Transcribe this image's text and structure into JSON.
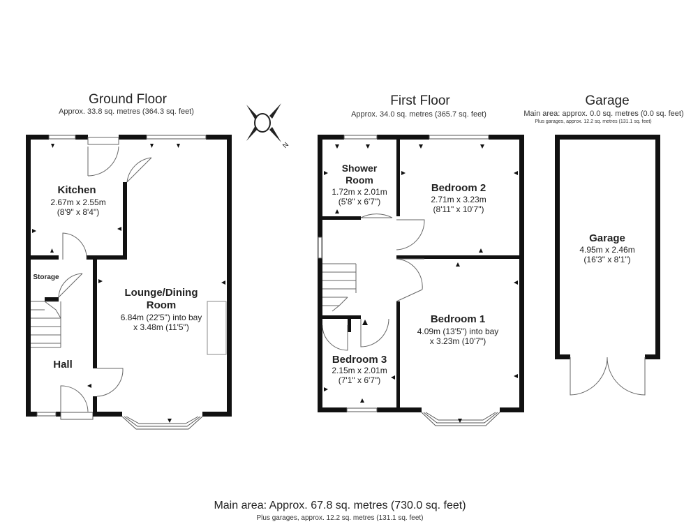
{
  "ground_floor": {
    "title": "Ground Floor",
    "area": "Approx. 33.8 sq. metres (364.3 sq. feet)",
    "rooms": {
      "kitchen": {
        "name": "Kitchen",
        "dim1": "2.67m x 2.55m",
        "dim2": "(8'9\" x 8'4\")"
      },
      "storage": {
        "name": "Storage"
      },
      "lounge": {
        "name1": "Lounge/Dining",
        "name2": "Room",
        "dim1": "6.84m (22'5\") into bay",
        "dim2": "x 3.48m (11'5\")"
      },
      "hall": {
        "name": "Hall"
      }
    }
  },
  "first_floor": {
    "title": "First Floor",
    "area": "Approx. 34.0 sq. metres (365.7 sq. feet)",
    "rooms": {
      "shower": {
        "name1": "Shower",
        "name2": "Room",
        "dim1": "1.72m x 2.01m",
        "dim2": "(5'8\" x 6'7\")"
      },
      "bedroom2": {
        "name": "Bedroom 2",
        "dim1": "2.71m x 3.23m",
        "dim2": "(8'11\" x 10'7\")"
      },
      "bedroom1": {
        "name": "Bedroom 1",
        "dim1": "4.09m (13'5\") into bay",
        "dim2": "x 3.23m (10'7\")"
      },
      "bedroom3": {
        "name": "Bedroom 3",
        "dim1": "2.15m x 2.01m",
        "dim2": "(7'1\" x 6'7\")"
      }
    }
  },
  "garage_section": {
    "title": "Garage",
    "area": "Main area: approx. 0.0 sq. metres (0.0 sq. feet)",
    "area_small": "Plus garages, approx. 12.2 sq. metres (131.1 sq. feet)",
    "room": {
      "name": "Garage",
      "dim1": "4.95m x 2.46m",
      "dim2": "(16'3\" x 8'1\")"
    }
  },
  "compass": {
    "letter": "N",
    "icon": "compass-icon"
  },
  "footer": {
    "main": "Main area: Approx. 67.8 sq. metres (730.0 sq. feet)",
    "sub": "Plus garages, approx. 12.2 sq. metres (131.1 sq. feet)"
  }
}
